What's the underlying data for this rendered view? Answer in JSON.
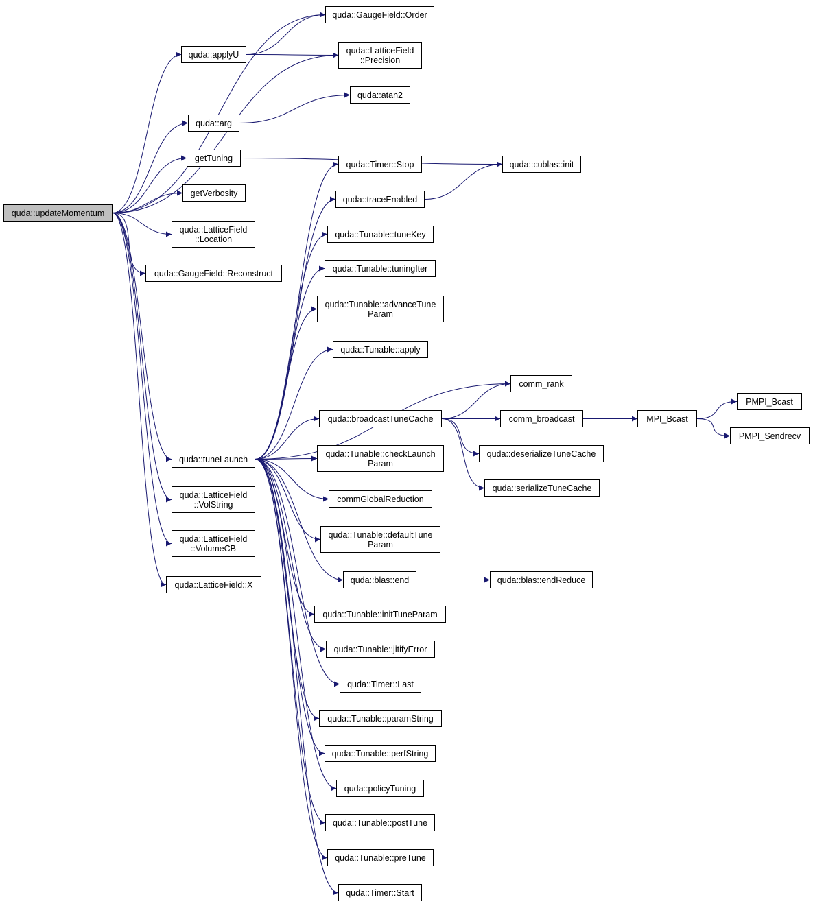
{
  "graph": {
    "root": "updateMomentum",
    "colors": {
      "edge": "#191970",
      "border": "#000000",
      "root_fill": "#bfbfbf",
      "node_fill": "#ffffff"
    },
    "nodes": {
      "updateMomentum": "quda::updateMomentum",
      "gaugeOrder": "quda::GaugeField::Order",
      "applyU": "quda::applyU",
      "latticePrecision": "quda::LatticeField\n::Precision",
      "atan2": "quda::atan2",
      "arg": "quda::arg",
      "getTuning": "getTuning",
      "cublasInit": "quda::cublas::init",
      "timerStop": "quda::Timer::Stop",
      "traceEnabled": "quda::traceEnabled",
      "getVerbosity": "getVerbosity",
      "latticeLocation": "quda::LatticeField\n::Location",
      "tuneKey": "quda::Tunable::tuneKey",
      "tuningIter": "quda::Tunable::tuningIter",
      "gaugeReconstruct": "quda::GaugeField::Reconstruct",
      "advanceTuneParam": "quda::Tunable::advanceTune\nParam",
      "tunableApply": "quda::Tunable::apply",
      "commRank": "comm_rank",
      "pmpiBcast": "PMPI_Bcast",
      "broadcastTuneCache": "quda::broadcastTuneCache",
      "commBroadcast": "comm_broadcast",
      "mpiBcast": "MPI_Bcast",
      "pmpiSendrecv": "PMPI_Sendrecv",
      "deserializeTuneCache": "quda::deserializeTuneCache",
      "checkLaunchParam": "quda::Tunable::checkLaunch\nParam",
      "tuneLaunch": "quda::tuneLaunch",
      "serializeTuneCache": "quda::serializeTuneCache",
      "latticeVolString": "quda::LatticeField\n::VolString",
      "commGlobalReduction": "commGlobalReduction",
      "latticeVolumeCB": "quda::LatticeField\n::VolumeCB",
      "defaultTuneParam": "quda::Tunable::defaultTune\nParam",
      "latticeX": "quda::LatticeField::X",
      "blasEnd": "quda::blas::end",
      "blasEndReduce": "quda::blas::endReduce",
      "initTuneParam": "quda::Tunable::initTuneParam",
      "jitifyError": "quda::Tunable::jitifyError",
      "timerLast": "quda::Timer::Last",
      "paramString": "quda::Tunable::paramString",
      "perfString": "quda::Tunable::perfString",
      "policyTuning": "quda::policyTuning",
      "postTune": "quda::Tunable::postTune",
      "preTune": "quda::Tunable::preTune",
      "timerStart": "quda::Timer::Start"
    },
    "edges": [
      [
        "updateMomentum",
        "gaugeOrder"
      ],
      [
        "updateMomentum",
        "applyU"
      ],
      [
        "updateMomentum",
        "latticePrecision"
      ],
      [
        "updateMomentum",
        "arg"
      ],
      [
        "updateMomentum",
        "getTuning"
      ],
      [
        "updateMomentum",
        "getVerbosity"
      ],
      [
        "updateMomentum",
        "latticeLocation"
      ],
      [
        "updateMomentum",
        "gaugeReconstruct"
      ],
      [
        "updateMomentum",
        "tuneLaunch"
      ],
      [
        "updateMomentum",
        "latticeVolString"
      ],
      [
        "updateMomentum",
        "latticeVolumeCB"
      ],
      [
        "updateMomentum",
        "latticeX"
      ],
      [
        "applyU",
        "gaugeOrder"
      ],
      [
        "applyU",
        "latticePrecision"
      ],
      [
        "arg",
        "atan2"
      ],
      [
        "getTuning",
        "cublasInit"
      ],
      [
        "traceEnabled",
        "cublasInit"
      ],
      [
        "tuneLaunch",
        "timerStop"
      ],
      [
        "tuneLaunch",
        "traceEnabled"
      ],
      [
        "tuneLaunch",
        "tuneKey"
      ],
      [
        "tuneLaunch",
        "tuningIter"
      ],
      [
        "tuneLaunch",
        "advanceTuneParam"
      ],
      [
        "tuneLaunch",
        "tunableApply"
      ],
      [
        "tuneLaunch",
        "commRank"
      ],
      [
        "tuneLaunch",
        "broadcastTuneCache"
      ],
      [
        "tuneLaunch",
        "checkLaunchParam"
      ],
      [
        "tuneLaunch",
        "commGlobalReduction"
      ],
      [
        "tuneLaunch",
        "defaultTuneParam"
      ],
      [
        "tuneLaunch",
        "blasEnd"
      ],
      [
        "tuneLaunch",
        "initTuneParam"
      ],
      [
        "tuneLaunch",
        "jitifyError"
      ],
      [
        "tuneLaunch",
        "timerLast"
      ],
      [
        "tuneLaunch",
        "paramString"
      ],
      [
        "tuneLaunch",
        "perfString"
      ],
      [
        "tuneLaunch",
        "policyTuning"
      ],
      [
        "tuneLaunch",
        "postTune"
      ],
      [
        "tuneLaunch",
        "preTune"
      ],
      [
        "tuneLaunch",
        "timerStart"
      ],
      [
        "broadcastTuneCache",
        "commRank"
      ],
      [
        "broadcastTuneCache",
        "commBroadcast"
      ],
      [
        "broadcastTuneCache",
        "deserializeTuneCache"
      ],
      [
        "broadcastTuneCache",
        "serializeTuneCache"
      ],
      [
        "commBroadcast",
        "mpiBcast"
      ],
      [
        "mpiBcast",
        "pmpiBcast"
      ],
      [
        "mpiBcast",
        "pmpiSendrecv"
      ],
      [
        "blasEnd",
        "blasEndReduce"
      ]
    ]
  }
}
